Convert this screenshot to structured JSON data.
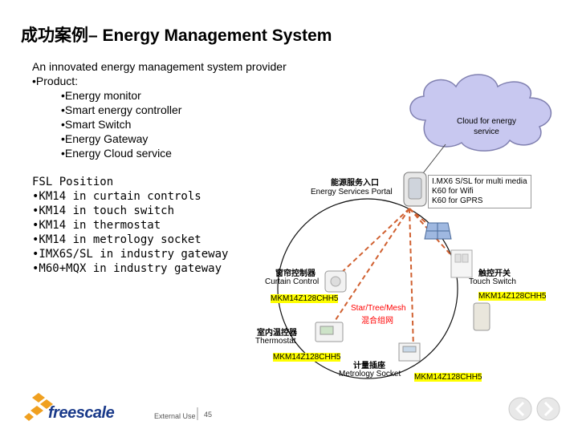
{
  "slide": {
    "title": "成功案例– Energy Management System",
    "intro_line": "An innovated energy management system provider",
    "product_heading": "•Product:",
    "products": [
      "•Energy monitor",
      "•Smart energy controller",
      "•Smart Switch",
      "•Energy Gateway",
      "•Energy Cloud service"
    ],
    "fsl_heading": "FSL Position",
    "fsl_items": [
      "•KM14 in curtain controls",
      "•KM14 in touch switch",
      "•KM14 in thermostat",
      "•KM14 in metrology socket",
      "•IMX6S/SL in industry gateway",
      "•M60+MQX in industry gateway"
    ]
  },
  "diagram": {
    "cloud_label": "Cloud for energy service",
    "portal_cn": "能源服务入口",
    "portal_en": "Energy Services Portal",
    "imx_lines": [
      "I.MX6 S/SL for multi media",
      "K60 for Wifi",
      "K60 for GPRS"
    ],
    "curtain_cn": "窗帘控制器",
    "curtain_en": "Curtain Control",
    "touch_cn": "触控开关",
    "touch_en": "Touch Switch",
    "chip_curtain": "MKM14Z128CHH5",
    "chip_touch": "MKM14Z128CHH5",
    "star_label": "Star/Tree/Mesh",
    "star_cn": "混合组网",
    "thermostat_cn": "室内温控器",
    "thermostat_en": "Thermostat",
    "chip_thermostat": "MKM14Z128CHH5",
    "socket_cn": "计量插座",
    "socket_en": "Metrology Socket",
    "chip_socket": "MKM14Z128CHH5"
  },
  "footer": {
    "brand": "freescale",
    "classification": "External Use",
    "page": "45"
  },
  "colors": {
    "highlight": "#ffff00",
    "star_text": "#ff0000",
    "dashed_link": "#d06030",
    "cloud_fill": "#c8c8f0",
    "logo_orange": "#f0a020",
    "logo_blue": "#1a3a8a"
  }
}
